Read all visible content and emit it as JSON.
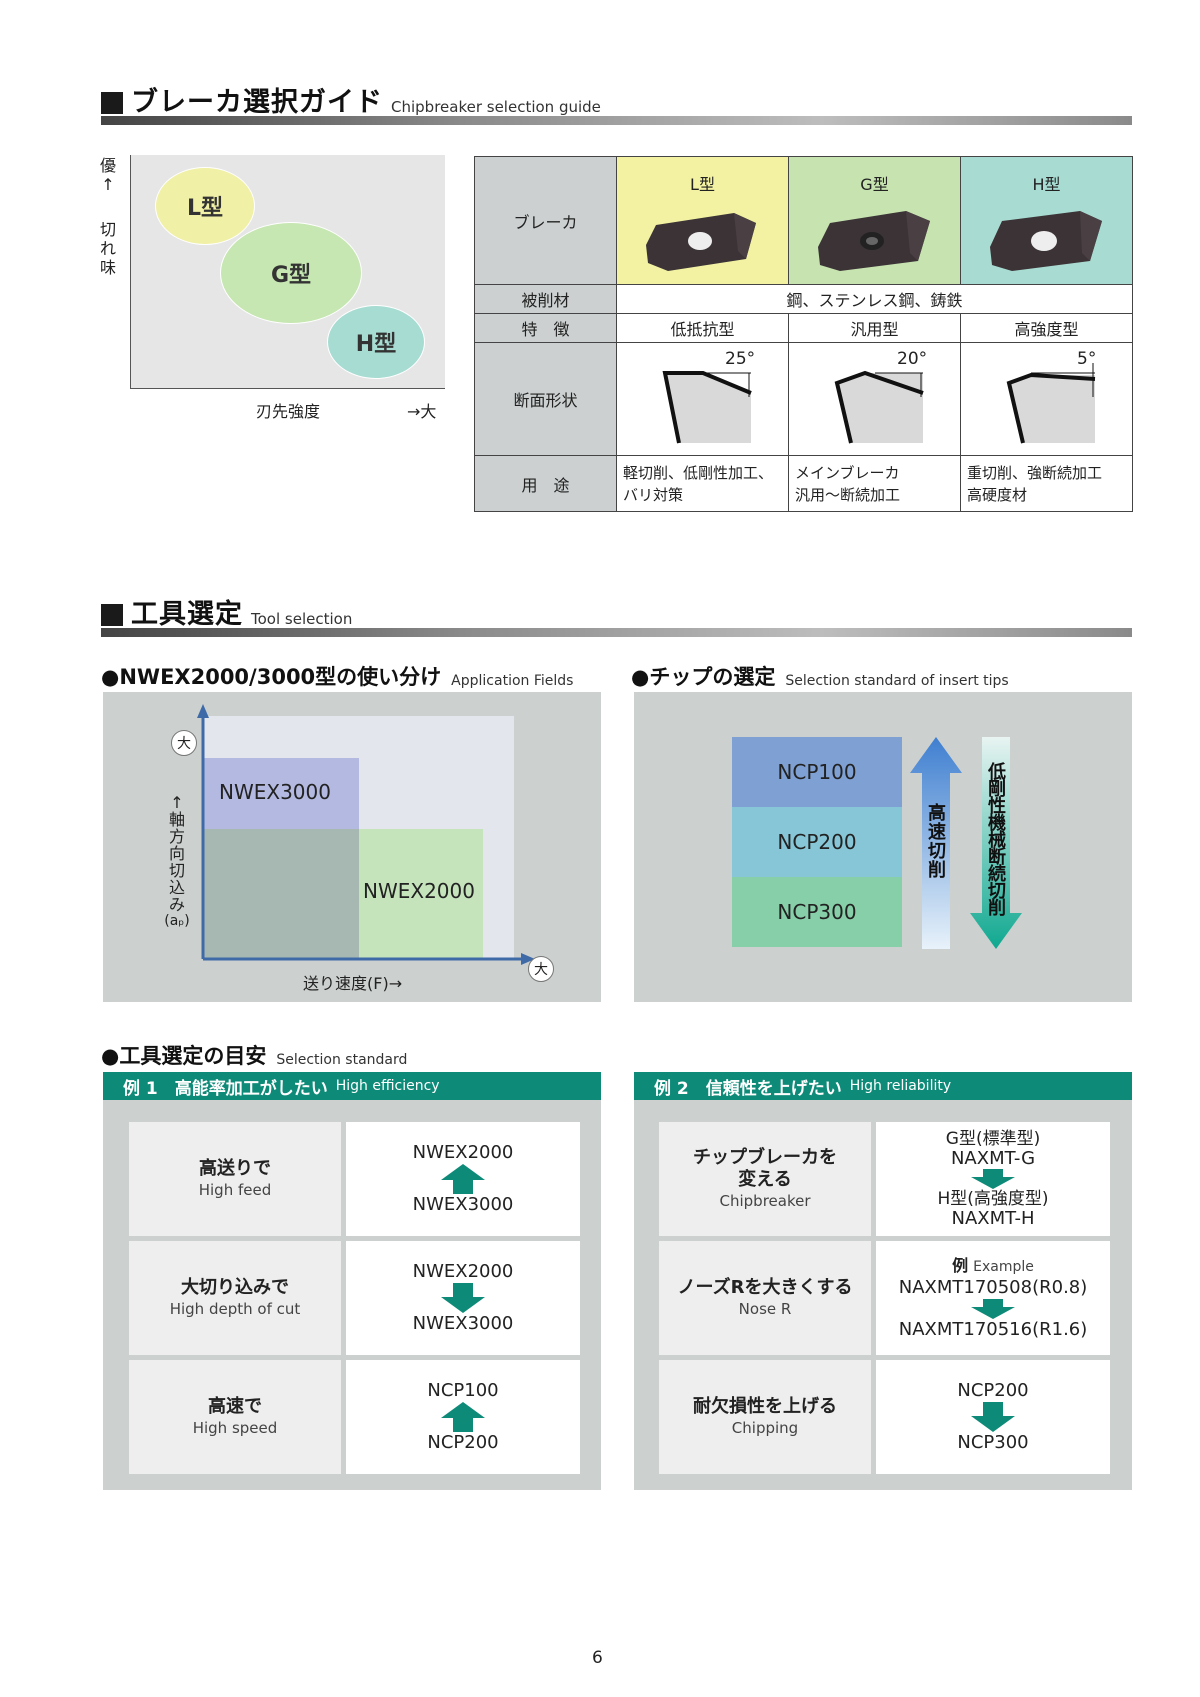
{
  "section1": {
    "title_jp": "ブレーカ選択ガイド",
    "title_en": "Chipbreaker selection guide"
  },
  "bubble_chart": {
    "y_label": [
      "優",
      "↑",
      "切",
      "れ",
      "味"
    ],
    "x_label": "刃先強度",
    "x_arrow": "→大",
    "bubbles": [
      {
        "label": "L型",
        "color": "#f0f0a6"
      },
      {
        "label": "G型",
        "color": "#c6e6b2"
      },
      {
        "label": "H型",
        "color": "#a7dcd2"
      }
    ]
  },
  "breaker_table": {
    "row_headers": [
      "ブレーカ",
      "被削材",
      "特　徴",
      "断面形状",
      "用　途"
    ],
    "columns": [
      {
        "name": "L型",
        "color": "#f2f2a2",
        "feature": "低抵抗型",
        "angle": "25°",
        "use": [
          "軽切削、低剛性加工、",
          "バリ対策"
        ]
      },
      {
        "name": "G型",
        "color": "#c6e3b0",
        "feature": "汎用型",
        "angle": "20°",
        "use": [
          "メインブレーカ",
          "汎用〜断続加工"
        ]
      },
      {
        "name": "H型",
        "color": "#a8dbd2",
        "feature": "高強度型",
        "angle": "5°",
        "use": [
          "重切削、強断続加工",
          "高硬度材"
        ]
      }
    ],
    "material": "鋼、ステンレス鋼、鋳鉄"
  },
  "section2": {
    "title_jp": "工具選定",
    "title_en": "Tool selection"
  },
  "app_fields": {
    "title_jp": "●NWEX2000/3000型の使い分け",
    "title_en": "Application Fields",
    "y_axis_label": [
      "↑",
      "軸",
      "方",
      "向",
      "切",
      "込",
      "み",
      "(aₚ)"
    ],
    "x_axis_label": "送り速度(F)→",
    "max_label": "大",
    "region_upper": "NWEX3000",
    "region_lower": "NWEX2000"
  },
  "chip_select": {
    "title_jp": "●チップの選定",
    "title_en": "Selection standard of insert tips",
    "grades": [
      {
        "name": "NCP100",
        "color": "#7fa0d2"
      },
      {
        "name": "NCP200",
        "color": "#86c6d6"
      },
      {
        "name": "NCP300",
        "color": "#86cfa8"
      }
    ],
    "up_label": [
      "高",
      "速",
      "切",
      "削"
    ],
    "down_label": [
      "低",
      "剛",
      "性",
      "機",
      "械",
      "断",
      "続",
      "切",
      "削"
    ]
  },
  "sel_std": {
    "title_jp": "●工具選定の目安",
    "title_en": "Selection standard"
  },
  "example1": {
    "bar_jp": "例 1　高能率加工がしたい",
    "bar_en": "High efficiency",
    "rows": [
      {
        "jp": "高送りで",
        "en": "High feed",
        "top": "NWEX2000",
        "bottom": "NWEX3000",
        "arrow": "up"
      },
      {
        "jp": "大切り込みで",
        "en": "High depth of cut",
        "top": "NWEX2000",
        "bottom": "NWEX3000",
        "arrow": "down"
      },
      {
        "jp": "高速で",
        "en": "High speed",
        "top": "NCP100",
        "bottom": "NCP200",
        "arrow": "up"
      }
    ]
  },
  "example2": {
    "bar_jp": "例 2　信頼性を上げたい",
    "bar_en": "High reliability",
    "rows": [
      {
        "jp1": "チップブレーカを",
        "jp2": "変える",
        "en": "Chipbreaker",
        "r1": "G型(標準型)",
        "r2": "NAXMT-G",
        "r3": "H型(高強度型)",
        "r4": "NAXMT-H"
      },
      {
        "jp1": "ノーズRを大きくする",
        "en": "Nose R",
        "ex_jp": "例",
        "ex_en": "Example",
        "r2": "NAXMT170508(R0.8)",
        "r3": "NAXMT170516(R1.6)"
      },
      {
        "jp1": "耐欠損性を上げる",
        "en": "Chipping",
        "top": "NCP200",
        "bottom": "NCP300"
      }
    ]
  },
  "page_number": "6"
}
